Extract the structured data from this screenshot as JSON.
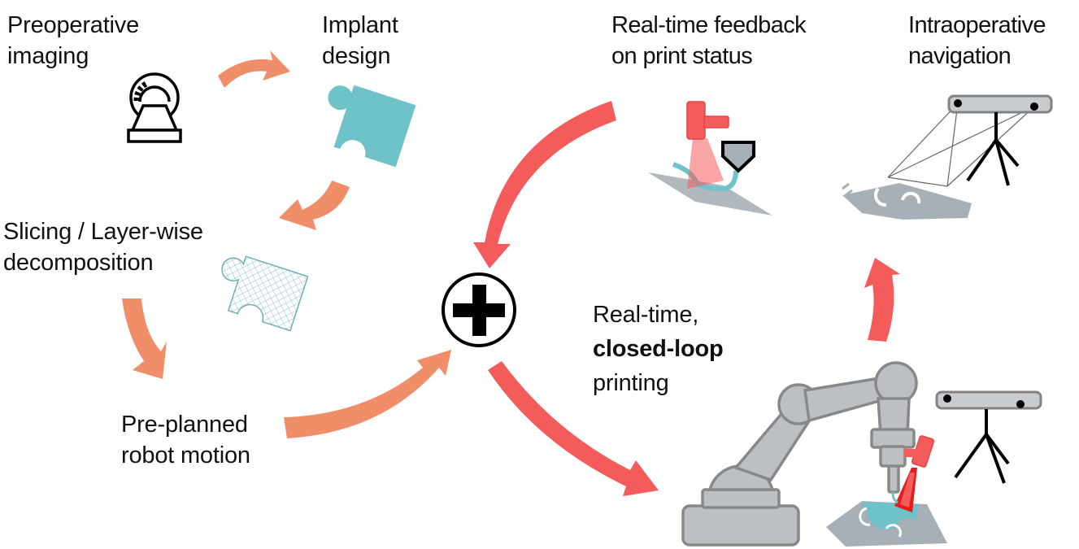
{
  "colors": {
    "orange_arrow": "#EF8E68",
    "red_arrow": "#F45B5B",
    "teal": "#6FC3C8",
    "grey_part": "#A7B0B7",
    "robot_fill": "#BCBFC3",
    "robot_stroke": "#8A8886",
    "black": "#000000"
  },
  "labels": {
    "preop": {
      "line1": "Preoperative",
      "line2": "imaging"
    },
    "implant": {
      "line1": "Implant",
      "line2": "design"
    },
    "slicing": {
      "line1": "Slicing / Layer-wise",
      "line2": "decomposition"
    },
    "preplanned": {
      "line1": "Pre-planned",
      "line2": "robot motion"
    },
    "feedback": {
      "line1": "Real-time feedback",
      "line2": "on print status"
    },
    "navigation": {
      "line1": "Intraoperative",
      "line2": "navigation"
    },
    "closedloop": {
      "line1": "Real-time,",
      "line2_bold": "closed-loop",
      "line3": "printing"
    }
  },
  "icons": {
    "scanner": "ct-scanner-icon",
    "implant": "puzzle-piece-solid-icon",
    "sliced": "puzzle-piece-mesh-icon",
    "combine": "plus-circle-icon",
    "feedback": "laser-sensor-print-icon",
    "navigation": "optical-tracker-icon",
    "robot": "robot-arm-icon"
  }
}
